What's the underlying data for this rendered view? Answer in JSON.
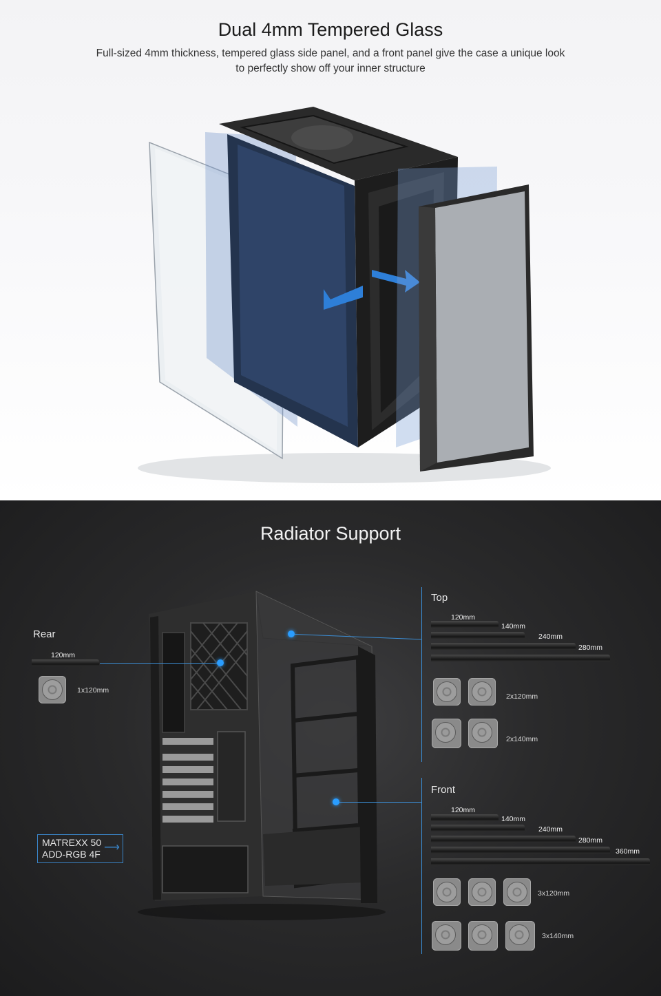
{
  "glass": {
    "title": "Dual 4mm Tempered Glass",
    "subtitle_line1": "Full-sized 4mm thickness, tempered glass side panel, and a front panel give the case a unique look",
    "subtitle_line2": "to perfectly show off your inner structure"
  },
  "radiator": {
    "title": "Radiator Support",
    "model_line1": "MATREXX 50",
    "model_line2": "ADD-RGB 4F",
    "rear": {
      "label": "Rear",
      "sizes": [
        "120mm"
      ],
      "fans": [
        {
          "caption": "1x120mm",
          "count": 1
        }
      ]
    },
    "top": {
      "label": "Top",
      "sizes": [
        "120mm",
        "140mm",
        "240mm",
        "280mm"
      ],
      "fans": [
        {
          "caption": "2x120mm",
          "count": 2
        },
        {
          "caption": "2x140mm",
          "count": 2
        }
      ]
    },
    "front": {
      "label": "Front",
      "sizes": [
        "120mm",
        "140mm",
        "240mm",
        "280mm",
        "360mm"
      ],
      "fans": [
        {
          "caption": "3x120mm",
          "count": 3
        },
        {
          "caption": "3x140mm",
          "count": 3
        }
      ]
    },
    "colors": {
      "accent": "#2a9dff",
      "background": "#2a2a2b"
    },
    "icons": {
      "fan": "fan-icon",
      "arrow": "arrow-right-icon"
    }
  }
}
